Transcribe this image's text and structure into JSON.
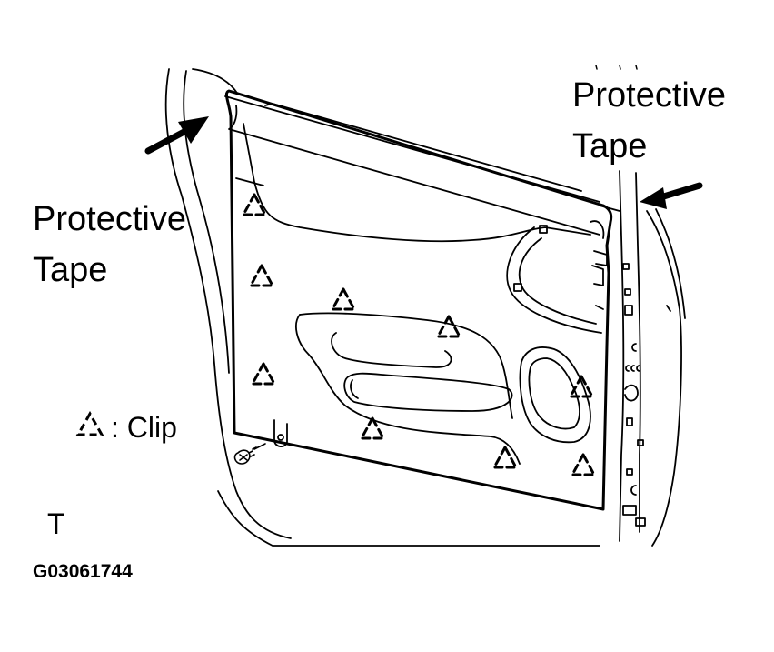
{
  "labels": {
    "protective_tape_left_line1": "Protective",
    "protective_tape_left_line2": "Tape",
    "protective_tape_right_line1": "Protective",
    "protective_tape_right_line2": "Tape",
    "clip_legend": ": Clip",
    "view_mark": "T",
    "figure_code": "G03061744"
  },
  "colors": {
    "line": "#000000",
    "background": "#ffffff"
  }
}
